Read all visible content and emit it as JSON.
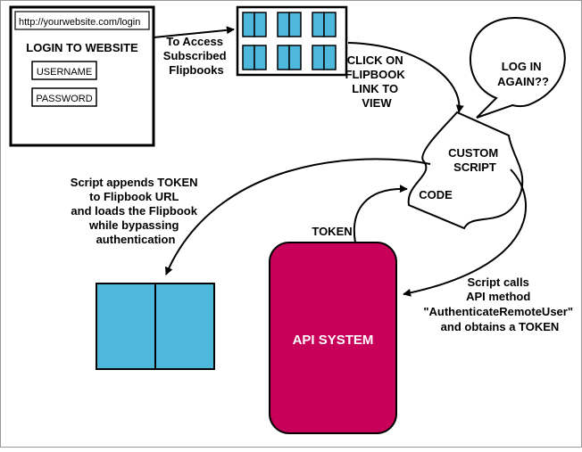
{
  "colors": {
    "panel": "#4DB8DC",
    "api": "#C8005A",
    "stroke": "#000000",
    "background": "#FFFFFF",
    "api_text": "#FFFFFF"
  },
  "login_window": {
    "url": "http://yourwebsite.com/login",
    "title": "LOGIN TO WEBSITE",
    "username": "USERNAME",
    "password": "PASSWORD"
  },
  "labels": {
    "to_access": [
      "To Access",
      "Subscribed",
      "Flipbooks"
    ],
    "click_flipbook": [
      "CLICK ON",
      "FLIPBOOK",
      "LINK TO",
      "VIEW"
    ],
    "bubble": [
      "LOG IN",
      "AGAIN??"
    ],
    "custom_script": [
      "CUSTOM",
      "SCRIPT"
    ],
    "code": "CODE",
    "token": "TOKEN",
    "script_appends": [
      "Script appends TOKEN",
      "to Flipbook URL",
      "and loads the Flipbook",
      "while bypassing",
      "authentication"
    ],
    "script_calls": [
      "Script calls",
      "API method",
      "\"AuthenticateRemoteUser\"",
      "and obtains a TOKEN"
    ],
    "api_system": "API SYSTEM"
  }
}
